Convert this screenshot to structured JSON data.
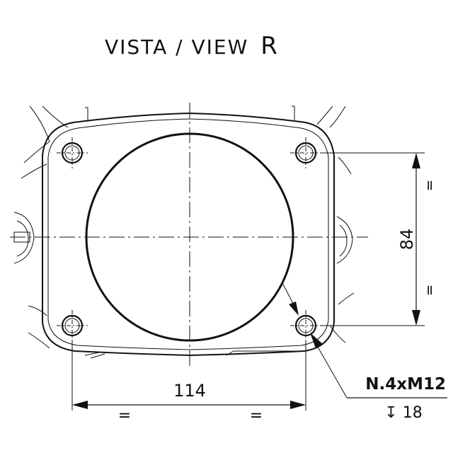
{
  "title": {
    "prefix": "VISTA / VIEW",
    "letter": "R"
  },
  "dimensions": {
    "horizontal": {
      "value": "114",
      "equal_left": "=",
      "equal_right": "="
    },
    "vertical": {
      "value": "84",
      "equal_top": "=",
      "equal_bottom": "="
    }
  },
  "callout": {
    "holes": "N.4xM12",
    "depth_symbol": "↧",
    "depth": "18"
  },
  "colors": {
    "line": "#111111",
    "background": "#ffffff"
  }
}
